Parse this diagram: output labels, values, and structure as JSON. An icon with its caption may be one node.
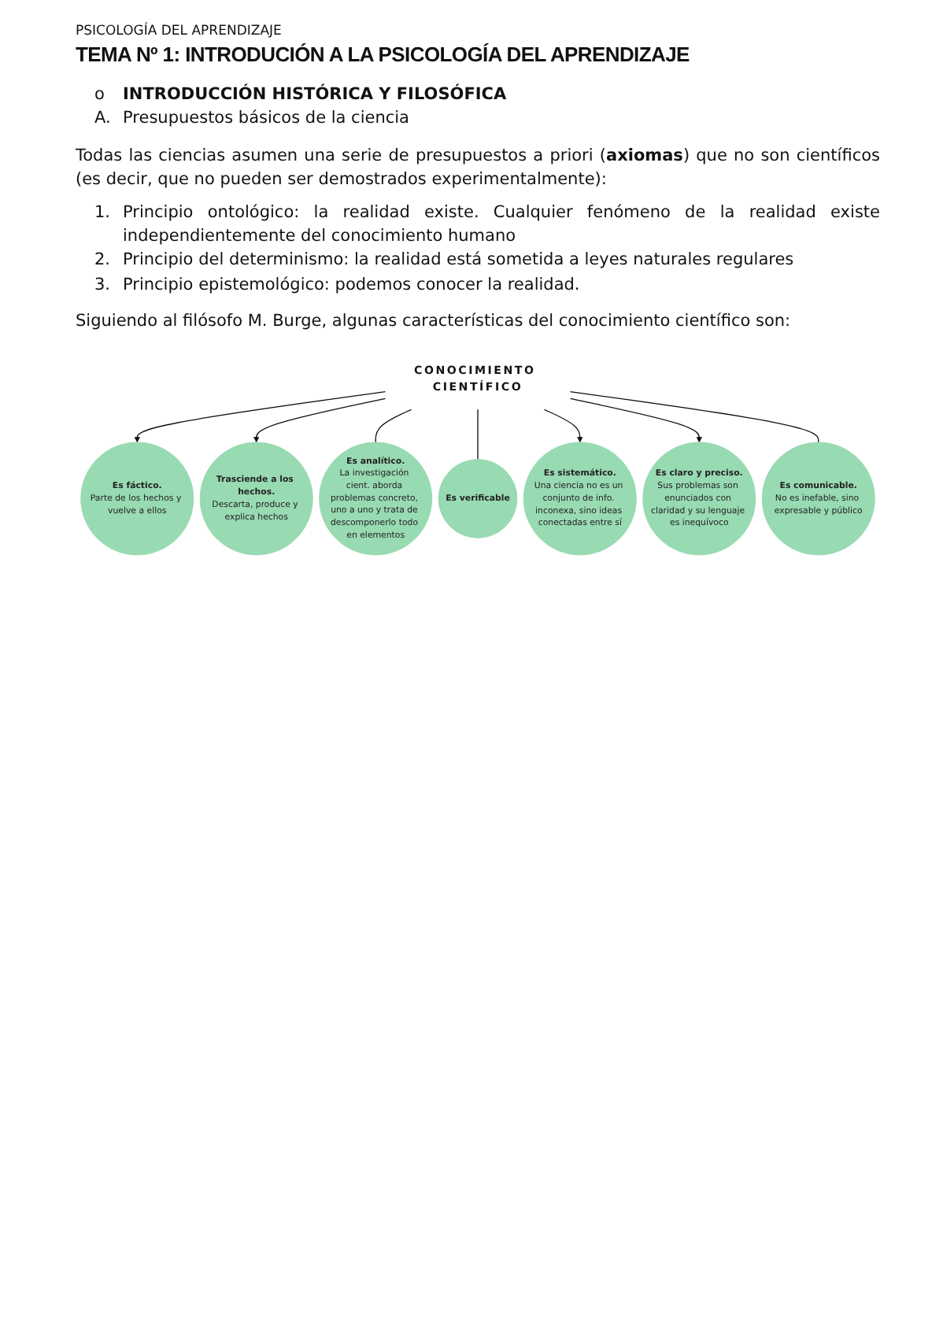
{
  "diagram": {
    "title": "TEMA Nº 1: INTRODUCIÓN A LA PSICOLOGÍA DEL APRENDIZAJE",
    "nodes": [
      {
        "text": [
          "Trasciende a los hechos.",
          "Descarta, produce y explica hechos"
        ]
      },
      {
        "text": [
          "Es analítico.",
          "La investigación cient. aborda problemas concreto, uno a uno y trata de descomponerlo todo en elementos"
        ]
      },
      {
        "text": [
          "Es fáctico.",
          "Parte de los hechos y vuelve a ellos"
        ]
      },
      {
        "text": [
          "Es verificable"
        ]
      },
      {
        "text": [
          "CONOCIMIENTO CIENTÍFICO"
        ]
      },
      {
        "text": [
          "Es sistemático.",
          "Una ciencia no es un conjunto de info. inconexa, sino ideas conectadas entre sí"
        ]
      },
      {
        "text": [
          "Es claro y preciso.",
          "Sus problemas son enunciados con claridad y su lenguaje es inequívoco"
        ]
      },
      {
        "text": [
          "Es comunicable.",
          "No es inefable, sino expresable y público"
        ]
      }
    ],
    "edges": [
      {
        "from": 4,
        "to": 2,
        "arrow": "to"
      },
      {
        "from": 4,
        "to": 0,
        "arrow": "to"
      },
      {
        "from": 4,
        "to": 1,
        "arrow": "none"
      },
      {
        "from": 4,
        "to": 3,
        "arrow": "none"
      },
      {
        "from": 4,
        "to": 5,
        "arrow": "to"
      },
      {
        "from": 4,
        "to": 6,
        "arrow": "to"
      },
      {
        "from": 4,
        "to": 7,
        "arrow": "none"
      }
    ],
    "labels": [
      "PSICOLOGÍA DEL APRENDIZAJE",
      "o",
      "INTRODUCCIÓN HISTÓRICA Y FILOSÓFICA",
      "A.",
      "Presupuestos básicos de la ciencia",
      "Todas las ciencias asumen una serie de presupuestos a priori (**axiomas**) que no son científicos (es decir, que no pueden ser demostrados experimentalmente):",
      "1.",
      "Principio ontológico: la realidad existe. Cualquier fenómeno de la realidad existe independientemente del conocimiento humano",
      "2.",
      "Principio del determinismo: la realidad está sometida a leyes naturales regulares",
      "3.",
      "Principio epistemológico: podemos conocer la realidad.",
      "Siguiendo al filósofo M. Burge, algunas características del conocimiento científico son:"
    ]
  }
}
